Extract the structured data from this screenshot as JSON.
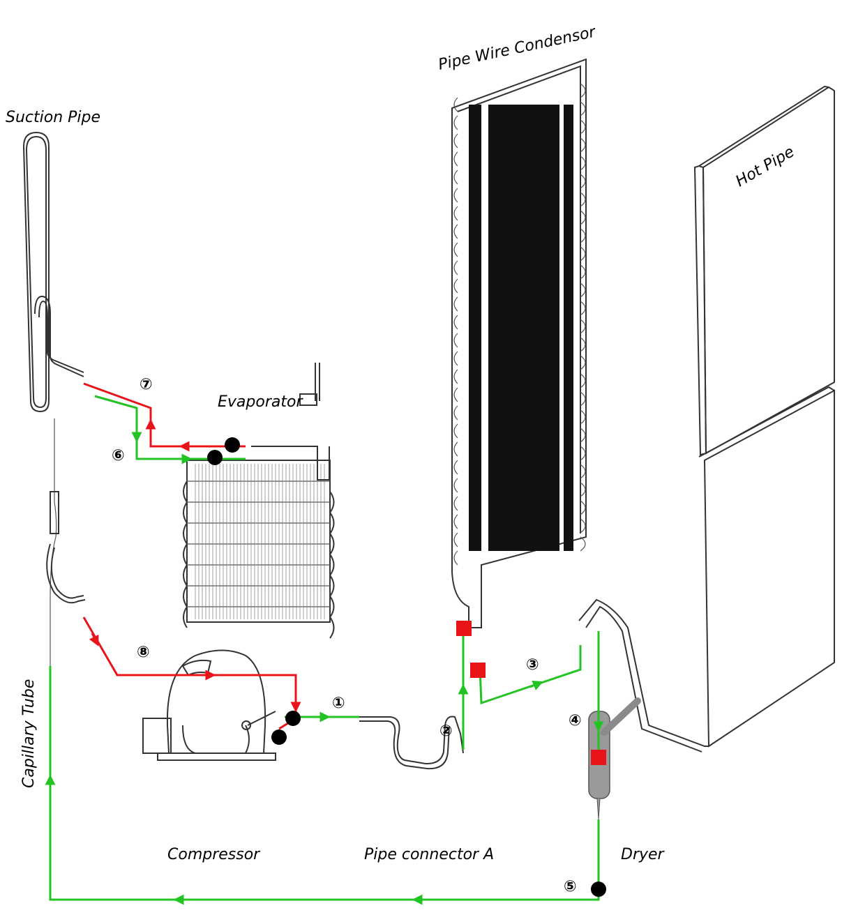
{
  "labels": {
    "condenser": "Pipe Wire Condensor",
    "suction": "Suction Pipe",
    "hot_pipe": "Hot Pipe",
    "evaporator": "Evaporator",
    "capillary": "Capillary Tube",
    "compressor": "Compressor",
    "connector": "Pipe connector A",
    "dryer": "Dryer"
  },
  "steps": [
    "①",
    "②",
    "③",
    "④",
    "⑤",
    "⑥",
    "⑦",
    "⑧"
  ],
  "colors": {
    "discharge": "#22c322",
    "suction": "#e8141a",
    "joint": "#000000",
    "weld": "#e8141a"
  }
}
